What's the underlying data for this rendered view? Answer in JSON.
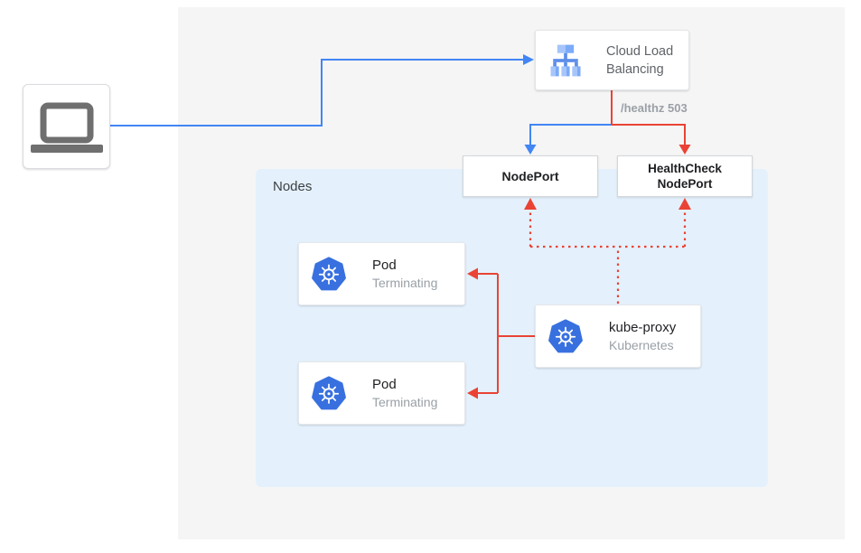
{
  "colors": {
    "arrow_blue": "#4285F4",
    "arrow_red": "#EA4335",
    "nodes_container_bg": "#E4F1FC",
    "outer_panel_bg": "#F5F5F5",
    "kubernetes_blue": "#3870DF",
    "load_balancer_icon_light_blue": "#A6C5FA",
    "load_balancer_icon_medium_blue": "#7BAAF7",
    "laptop_icon_gray": "#6F6F6F",
    "text_dark": "#202124",
    "text_gray": "#9AA0A6"
  },
  "diagram": {
    "client": {
      "icon": "laptop-icon"
    },
    "load_balancer": {
      "icon": "cloud-load-balancing-icon",
      "label": "Cloud Load Balancing"
    },
    "healthz_badge": "/healthz 503",
    "nodeport": {
      "label": "NodePort"
    },
    "healthcheck_nodeport": {
      "label": "HealthCheck NodePort"
    },
    "nodes_container": {
      "label": "Nodes"
    },
    "pods": [
      {
        "icon": "kubernetes-icon",
        "title": "Pod",
        "status": "Terminating"
      },
      {
        "icon": "kubernetes-icon",
        "title": "Pod",
        "status": "Terminating"
      }
    ],
    "kube_proxy": {
      "icon": "kubernetes-icon",
      "title": "kube-proxy",
      "subtitle": "Kubernetes"
    }
  }
}
